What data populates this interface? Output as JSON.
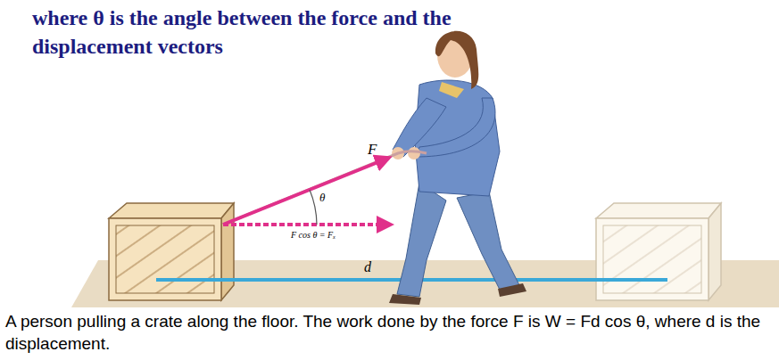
{
  "diagram": {
    "title": "where θ is the angle between the force and the displacement vectors",
    "caption": "A person pulling a crate along the floor. The work done by the force F is W = Fd cos θ, where d is the displacement.",
    "labels": [
      "F",
      "θ",
      "F cos θ = Fₓ",
      "d"
    ]
  }
}
